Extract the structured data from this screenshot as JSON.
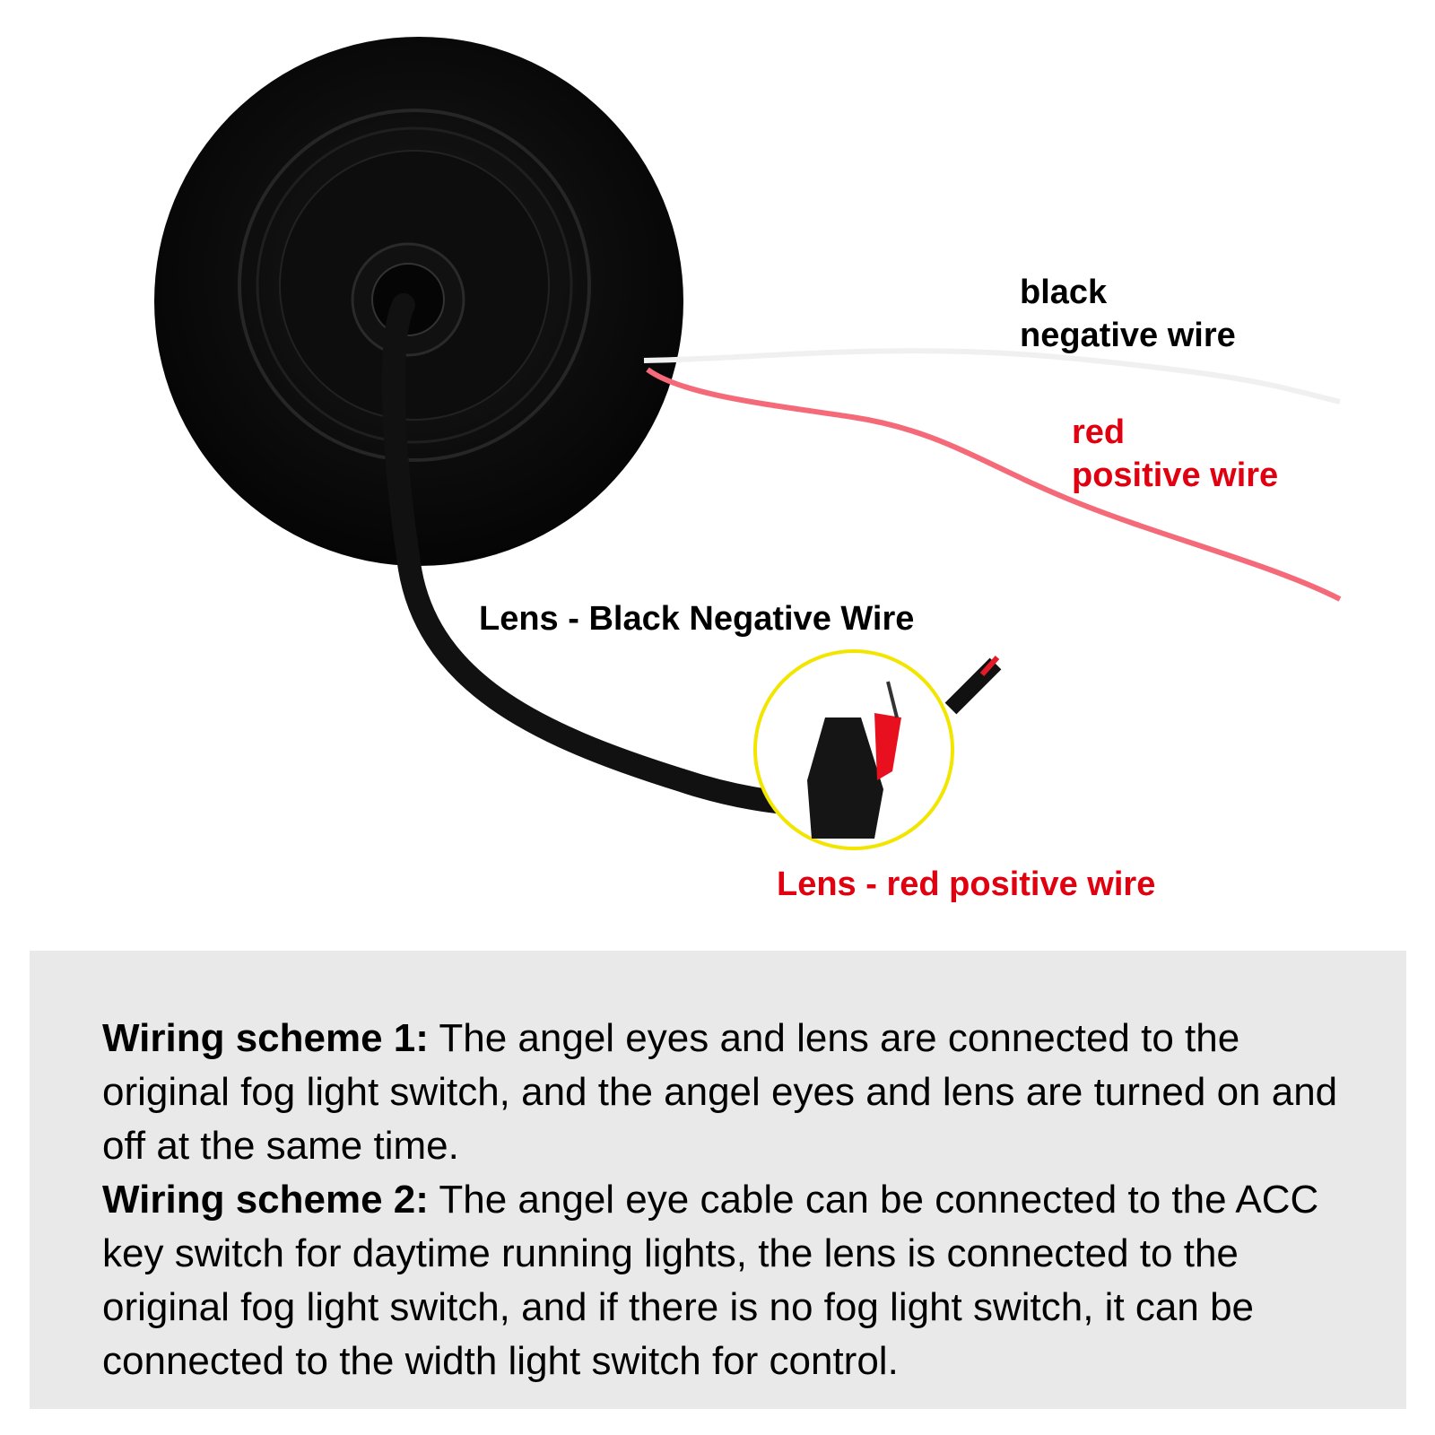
{
  "labels": {
    "black_wire_line1": "black",
    "black_wire_line2": "negative wire",
    "red_wire_line1": "red",
    "red_wire_line2": "positive wire",
    "lens_black": "Lens - Black Negative Wire",
    "lens_red": "Lens - red positive wire"
  },
  "description": {
    "scheme1_title": "Wiring scheme 1:",
    "scheme1_text": " The angel eyes and lens are connected to the original fog light switch, and the angel eyes and lens are turned on and off at the same time.",
    "scheme2_title": "Wiring scheme 2:",
    "scheme2_text": " The angel eye cable can be connected to the ACC key switch for daytime running lights, the lens is connected to the original fog light switch, and if there is no fog light switch, it can be connected to the width light switch for control."
  },
  "colors": {
    "red_label": "#e0000f",
    "highlight_circle": "#f2e600",
    "panel_bg": "#e9e9e9"
  }
}
